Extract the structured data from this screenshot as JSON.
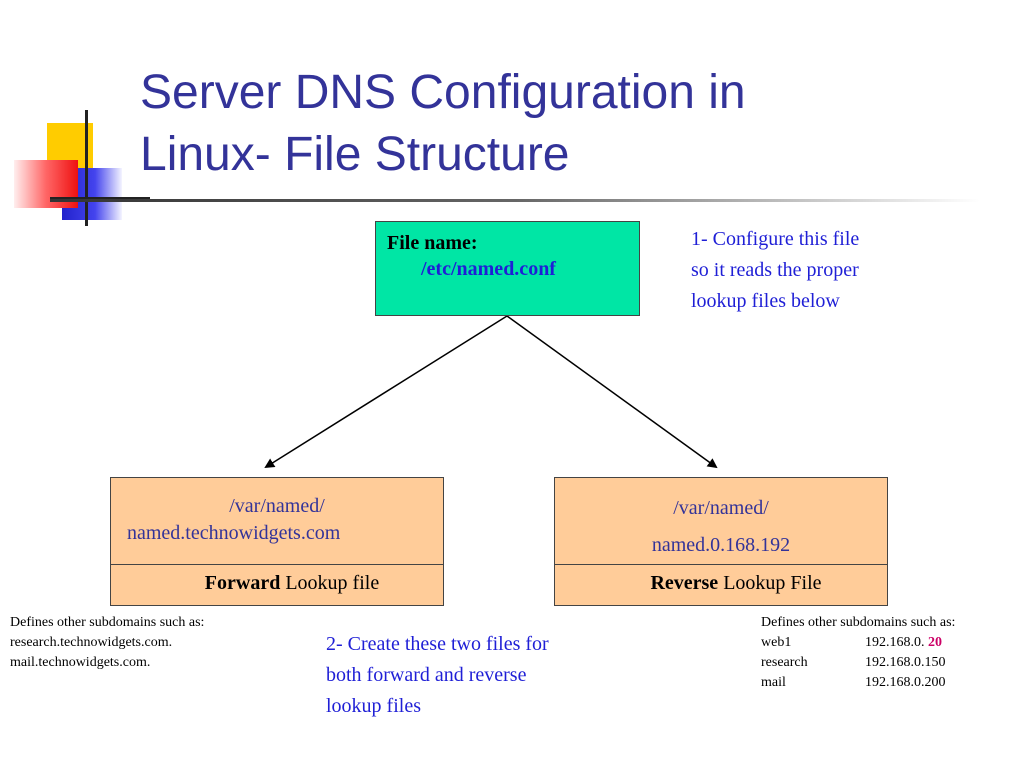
{
  "title": {
    "line1": "Server DNS Configuration in",
    "line2": "Linux- File Structure"
  },
  "conf_box": {
    "label": "File name:",
    "path": "/etc/named.conf"
  },
  "note1": {
    "lines": [
      "1- Configure this file",
      "so it reads the proper",
      "lookup files below"
    ]
  },
  "forward_box": {
    "path_line1": "/var/named/",
    "path_line2": "named.technowidgets.com",
    "footer_bold": "Forward",
    "footer_rest": " Lookup file"
  },
  "reverse_box": {
    "path_line1": "/var/named/",
    "path_line2": "named.0.168.192",
    "footer_bold": "Reverse",
    "footer_rest": " Lookup File"
  },
  "note2": {
    "lines": [
      "2- Create these two files for",
      "both forward and reverse",
      "lookup files"
    ]
  },
  "left_defs": {
    "heading": "Defines other subdomains such as:",
    "items": [
      "research.technowidgets.com.",
      "mail.technowidgets.com."
    ]
  },
  "right_defs": {
    "heading": "Defines other subdomains such as:",
    "rows": [
      {
        "name": "web1",
        "ip_prefix": "192.168.0. ",
        "ip_highlight": "20"
      },
      {
        "name": "research",
        "ip_prefix": "192.168.0.150",
        "ip_highlight": ""
      },
      {
        "name": "mail",
        "ip_prefix": "192.168.0.200",
        "ip_highlight": ""
      }
    ]
  },
  "colors": {
    "title": "#333399",
    "conf_box_fill": "#00e6a5",
    "file_box_fill": "#ffcc99",
    "note_text": "#1f1fd6",
    "highlight": "#cc0066"
  }
}
